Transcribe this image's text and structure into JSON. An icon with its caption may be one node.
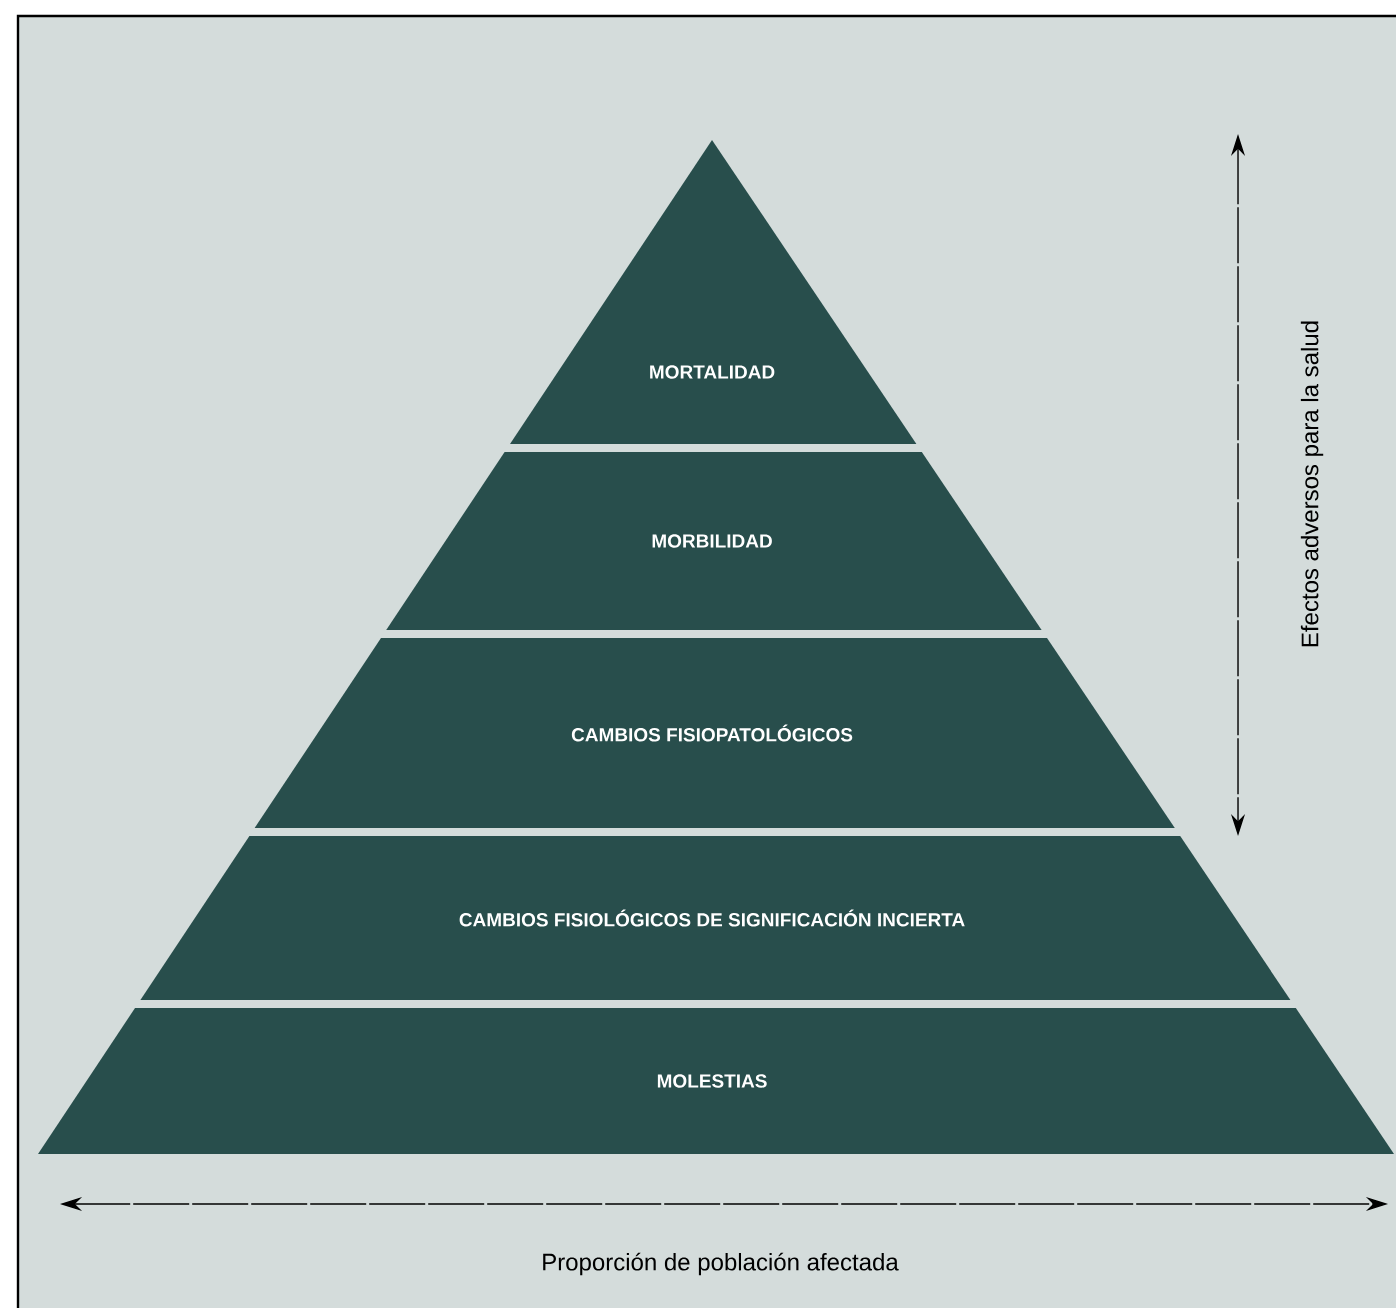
{
  "diagram": {
    "nodes": [
      {
        "text": [
          "MORTALIDAD"
        ]
      },
      {
        "text": [
          "MORBILIDAD"
        ]
      },
      {
        "text": [
          "CAMBIOS FISIOPATOLÓGICOS"
        ]
      },
      {
        "text": [
          "CAMBIOS FISIOLÓGICOS DE SIGNIFICACIÓN INCIERTA"
        ]
      },
      {
        "text": [
          "MOLESTIAS"
        ]
      }
    ],
    "labels": [
      "Efectos adversos para la salud",
      "Proporción de población afectada"
    ]
  }
}
